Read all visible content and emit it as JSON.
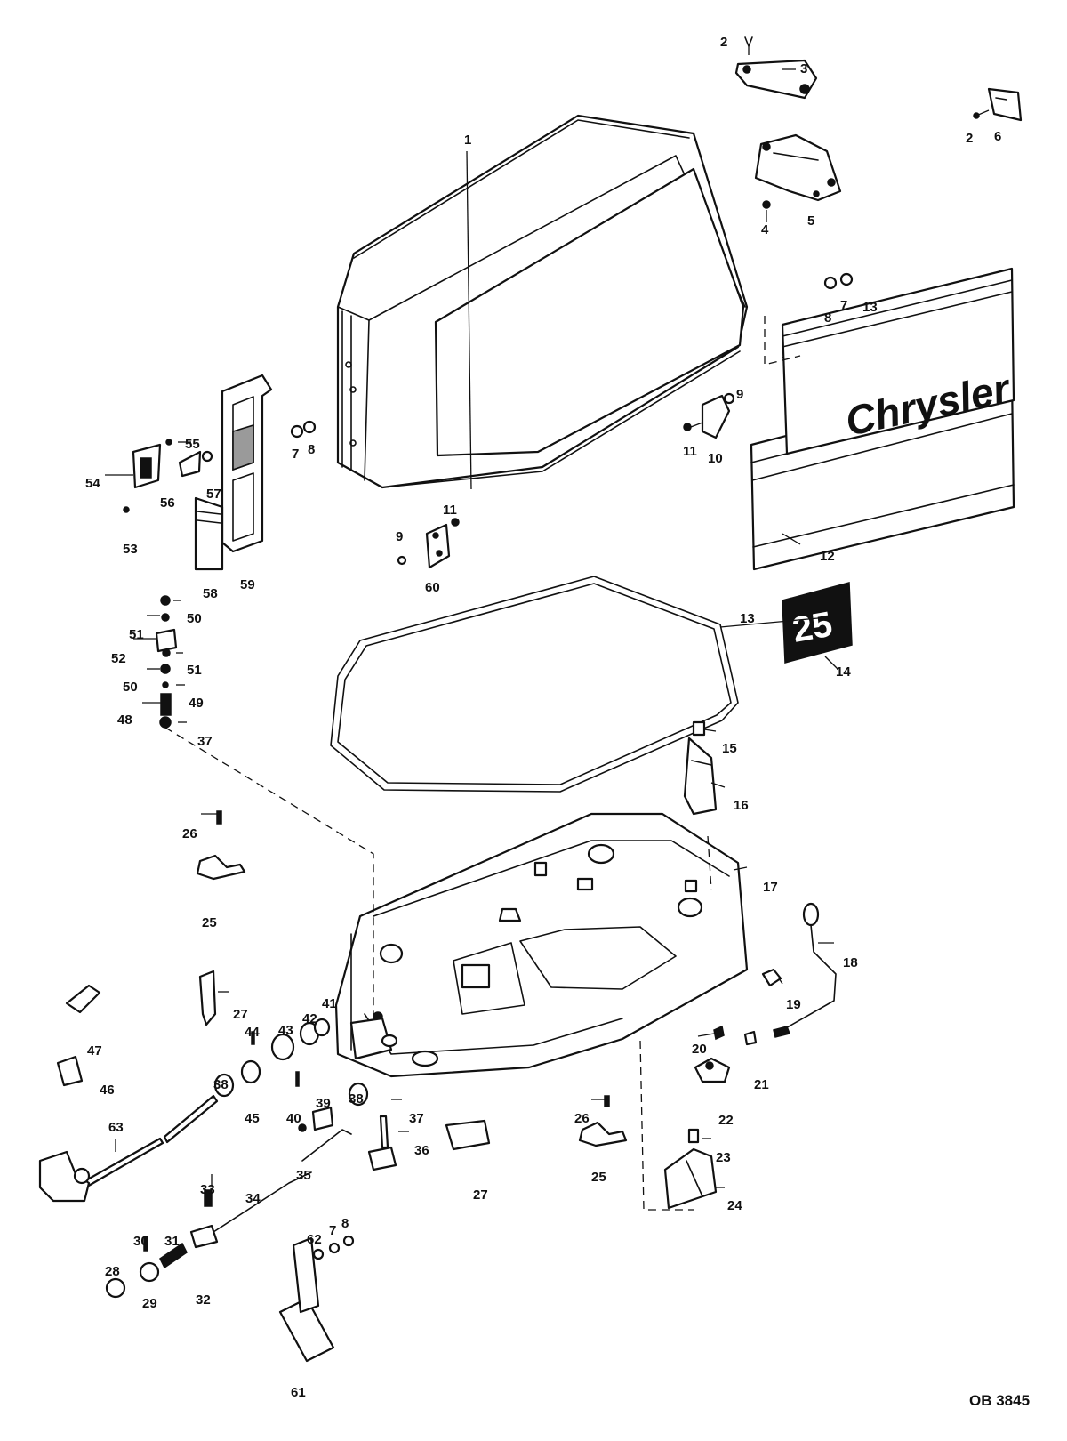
{
  "brand_label": "Chrysler",
  "model_decal": "25",
  "drawing_ref": "OB 3845",
  "callouts": {
    "c1": "1",
    "c2a": "2",
    "c2b": "2",
    "c3": "3",
    "c4": "4",
    "c5": "5",
    "c6": "6",
    "c7a": "7",
    "c7b": "7",
    "c7c": "7",
    "c8a": "8",
    "c8b": "8",
    "c8c": "8",
    "c9a": "9",
    "c9b": "9",
    "c10": "10",
    "c11a": "11",
    "c11b": "11",
    "c12": "12",
    "c13a": "13",
    "c13b": "13",
    "c14": "14",
    "c15": "15",
    "c16": "16",
    "c17": "17",
    "c18": "18",
    "c19": "19",
    "c20": "20",
    "c21": "21",
    "c22": "22",
    "c23": "23",
    "c24": "24",
    "c25a": "25",
    "c25b": "25",
    "c26a": "26",
    "c26b": "26",
    "c27a": "27",
    "c27b": "27",
    "c28": "28",
    "c29": "29",
    "c30": "30",
    "c31": "31",
    "c32": "32",
    "c33": "33",
    "c34": "34",
    "c35": "35",
    "c36": "36",
    "c37a": "37",
    "c37b": "37",
    "c38a": "38",
    "c38b": "38",
    "c39": "39",
    "c40": "40",
    "c41": "41",
    "c42": "42",
    "c43": "43",
    "c44": "44",
    "c45": "45",
    "c46": "46",
    "c47": "47",
    "c48": "48",
    "c49": "49",
    "c50a": "50",
    "c50b": "50",
    "c51a": "51",
    "c51b": "51",
    "c52": "52",
    "c53": "53",
    "c54": "54",
    "c55": "55",
    "c56": "56",
    "c57": "57",
    "c58": "58",
    "c59": "59",
    "c60": "60",
    "c61": "61",
    "c62": "62",
    "c63": "63"
  }
}
